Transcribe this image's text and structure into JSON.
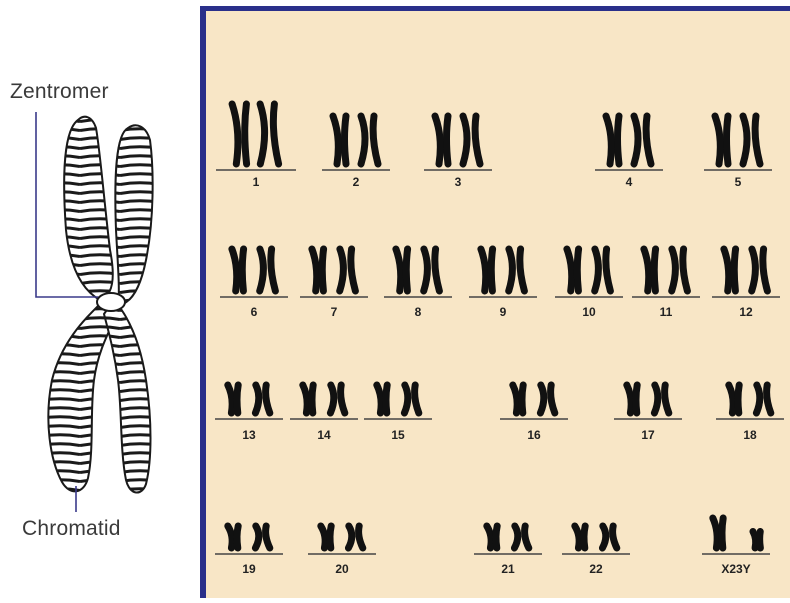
{
  "labels": {
    "centromere": "Zentromer",
    "chromatid": "Chromatid"
  },
  "colors": {
    "panel_background": "#f8e6c6",
    "panel_border": "#2a2f8a",
    "chromosome": "#111111",
    "leader_line": "#3a3a8a"
  },
  "karyotype": {
    "rows": [
      {
        "pairs": [
          {
            "label": "1",
            "size": "xl"
          },
          {
            "label": "2",
            "size": "l"
          },
          {
            "label": "3",
            "size": "l"
          },
          {
            "label": "4",
            "size": "l"
          },
          {
            "label": "5",
            "size": "l"
          }
        ]
      },
      {
        "pairs": [
          {
            "label": "6",
            "size": "m"
          },
          {
            "label": "7",
            "size": "m"
          },
          {
            "label": "8",
            "size": "m"
          },
          {
            "label": "9",
            "size": "m"
          },
          {
            "label": "10",
            "size": "m"
          },
          {
            "label": "11",
            "size": "m"
          },
          {
            "label": "12",
            "size": "m"
          }
        ]
      },
      {
        "pairs": [
          {
            "label": "13",
            "size": "s"
          },
          {
            "label": "14",
            "size": "s"
          },
          {
            "label": "15",
            "size": "s"
          },
          {
            "label": "16",
            "size": "s"
          },
          {
            "label": "17",
            "size": "s"
          },
          {
            "label": "18",
            "size": "s"
          }
        ]
      },
      {
        "pairs": [
          {
            "label": "19",
            "size": "xs"
          },
          {
            "label": "20",
            "size": "xs"
          },
          {
            "label": "21",
            "size": "xs"
          },
          {
            "label": "22",
            "size": "xs"
          },
          {
            "label": "X23Y",
            "size": "sex"
          }
        ]
      }
    ]
  }
}
